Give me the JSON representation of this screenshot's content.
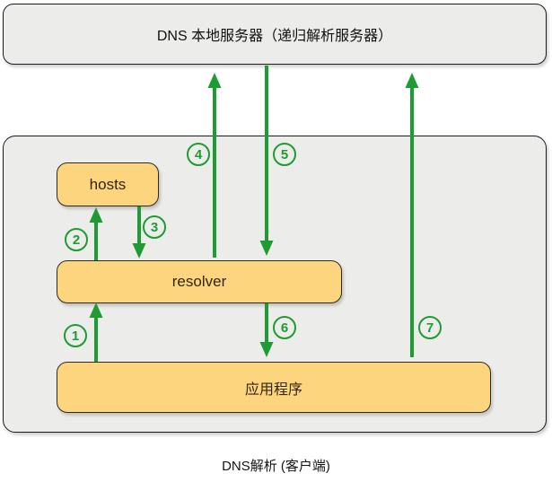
{
  "nodes": {
    "dns_server": {
      "label": "DNS 本地服务器（递归解析服务器）"
    },
    "hosts": {
      "label": "hosts"
    },
    "resolver": {
      "label": "resolver"
    },
    "application": {
      "label": "应用程序"
    }
  },
  "steps": [
    "1",
    "2",
    "3",
    "4",
    "5",
    "6",
    "7"
  ],
  "caption": "DNS解析 (客户端)",
  "colors": {
    "arrow_green": "#1E9C33",
    "node_fill": "#FCD57E",
    "node_border": "#2E2A20",
    "panel_fill": "#ECECEA",
    "panel_border": "#1C1C1C"
  }
}
